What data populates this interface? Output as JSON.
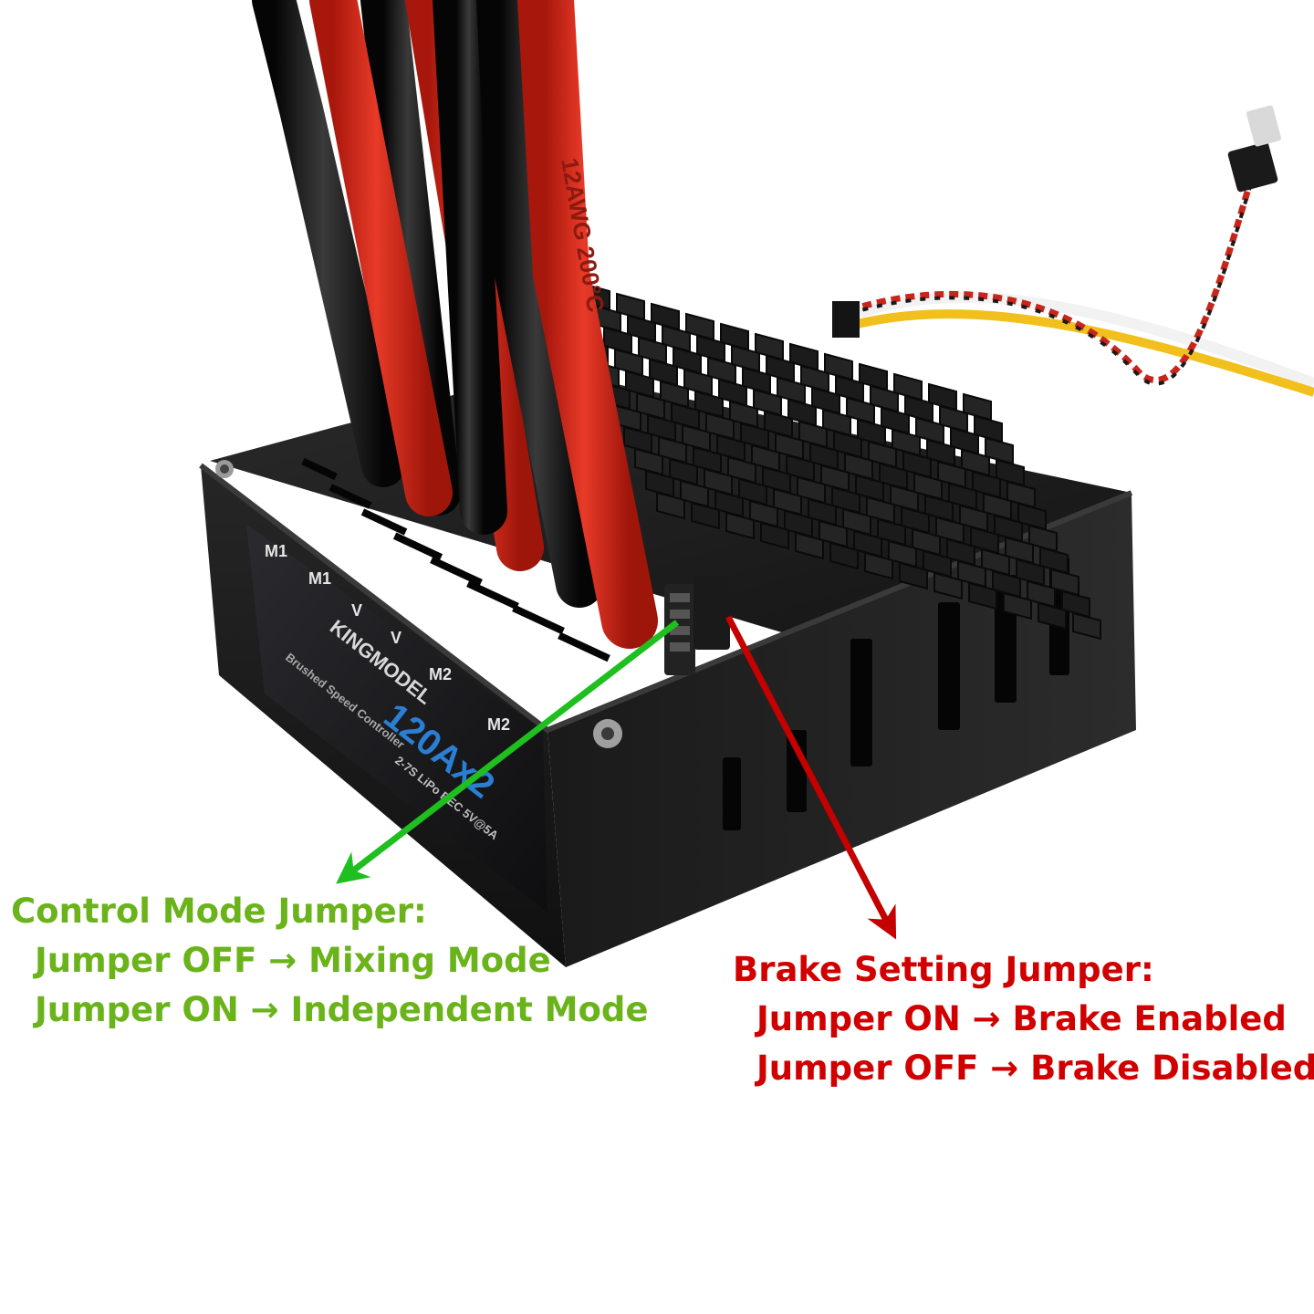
{
  "device": {
    "brand_label": "KINGMODEL",
    "model_label": "120Ax2",
    "subtitle_label": "Brushed Speed Controller",
    "spec_label": "2-7S LiPo BEC 5V@5A",
    "terminal_labels": [
      "M1",
      "M1",
      "V",
      "V",
      "M2",
      "M2"
    ],
    "wire_label": "12AWG 200°C"
  },
  "callouts": {
    "control_mode": {
      "title": "Control Mode Jumper:",
      "line1": "Jumper OFF → Mixing Mode",
      "line2": "Jumper ON → Independent Mode",
      "color": "#6ab31a",
      "arrow_color": "#1fbf1f"
    },
    "brake": {
      "title": "Brake Setting Jumper:",
      "line1": "Jumper ON → Brake Enabled",
      "line2": "Jumper OFF → Brake Disabled",
      "color": "#d10000",
      "arrow_color": "#c40000"
    }
  },
  "colors": {
    "housing": "#1c1c1c",
    "wire_red": "#d42a1c",
    "wire_black": "#151515",
    "label_blue": "#2a7fd4"
  }
}
